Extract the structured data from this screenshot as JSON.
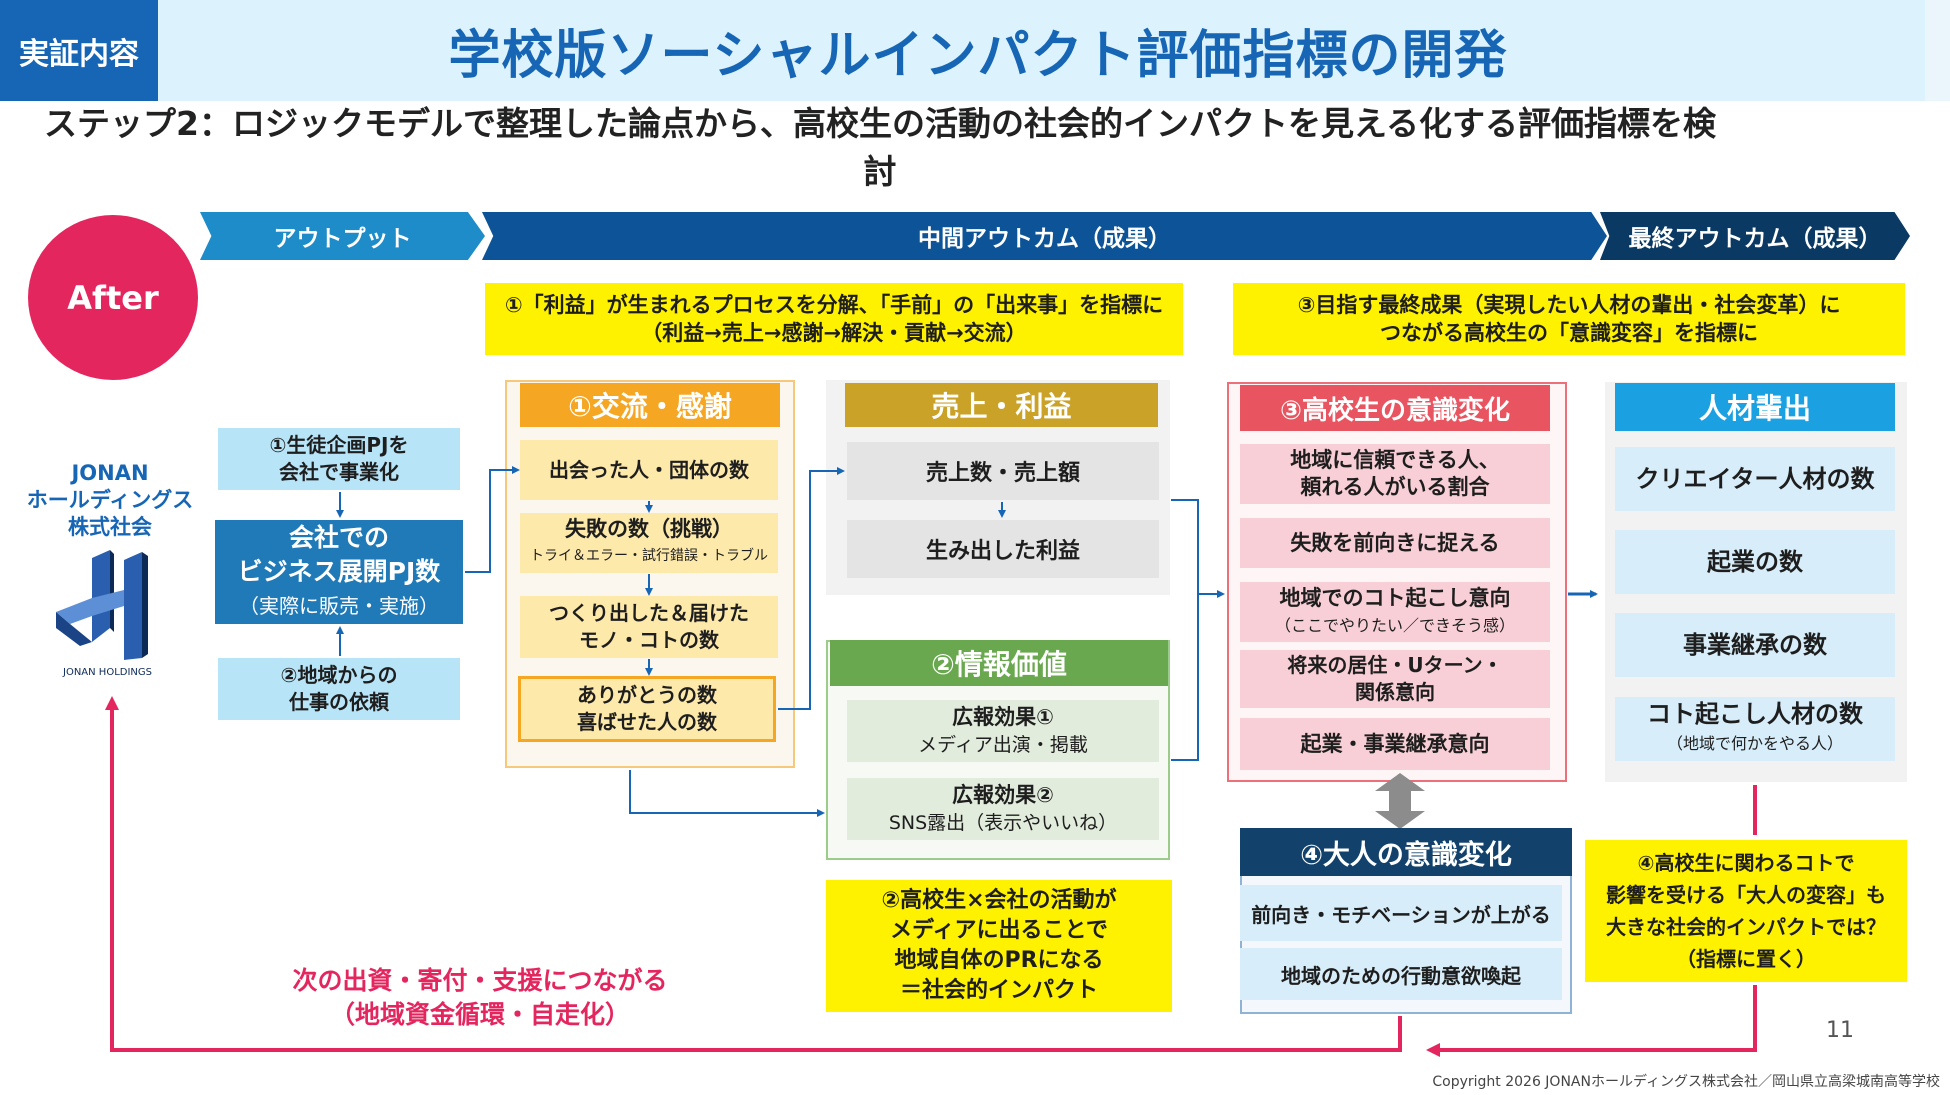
{
  "header": {
    "tag": "実証内容",
    "title": "学校版ソーシャルインパクト評価指標の開発"
  },
  "subtitle": "ステップ2：ロジックモデルで整理した論点から、高校生の活動の社会的インパクトを見える化する評価指標を検討",
  "phases": {
    "output": "アウトプット",
    "intermediate": "中間アウトカム（成果）",
    "final": "最終アウトカム（成果）"
  },
  "after_label": "After",
  "company": {
    "lines": [
      "JONAN",
      "ホールディングス",
      "株式社会"
    ],
    "logo_caption": "JONAN HOLDINGS"
  },
  "notes": {
    "note1": [
      "①「利益」が生まれるプロセスを分解、「手前」の「出来事」を指標に",
      "（利益→売上→感謝→解決・貢献→交流）"
    ],
    "note3": [
      "③目指す最終成果（実現したい人材の輩出・社会変革）に",
      "つながる高校生の「意識変容」を指標に"
    ],
    "note2": [
      "②高校生×会社の活動が",
      "メディアに出ることで",
      "地域自体のPRになる",
      "＝社会的インパクト"
    ],
    "note4": [
      "④高校生に関わるコトで",
      "影響を受ける「大人の変容」も",
      "大きな社会的インパクトでは？",
      "（指標に置く）"
    ]
  },
  "output": {
    "top": [
      "①生徒企画PJを",
      "会社で事業化"
    ],
    "main": [
      "会社での",
      "ビジネス展開PJ数"
    ],
    "main_sub": "（実際に販売・実施）",
    "bottom": [
      "②地域からの",
      "仕事の依頼"
    ]
  },
  "exchange": {
    "header": "①交流・感謝",
    "items": [
      {
        "text": "出会った人・団体の数",
        "sub": ""
      },
      {
        "text": "失敗の数（挑戦）",
        "sub": "トライ＆エラー・試行錯誤・トラブル"
      },
      {
        "text": "つくり出した＆届けた\nモノ・コトの数",
        "sub": ""
      },
      {
        "text": "ありがとうの数\n喜ばせた人の数",
        "sub": ""
      }
    ]
  },
  "sales": {
    "header": "売上・利益",
    "items": [
      "売上数・売上額",
      "生み出した利益"
    ]
  },
  "info": {
    "header": "②情報価値",
    "items": [
      {
        "text": "広報効果①",
        "sub": "メディア出演・掲載"
      },
      {
        "text": "広報効果②",
        "sub": "SNS露出（表示やいいね）"
      }
    ]
  },
  "student": {
    "header": "③高校生の意識変化",
    "items": [
      {
        "text": "地域に信頼できる人、\n頼れる人がいる割合",
        "sub": ""
      },
      {
        "text": "失敗を前向きに捉える",
        "sub": ""
      },
      {
        "text": "地域でのコト起こし意向",
        "sub": "（ここでやりたい／できそう感）"
      },
      {
        "text": "将来の居住・Uターン・\n関係意向",
        "sub": ""
      },
      {
        "text": "起業・事業継承意向",
        "sub": ""
      }
    ]
  },
  "adult": {
    "header": "④大人の意識変化",
    "items": [
      "前向き・モチベーションが上がる",
      "地域のための行動意欲喚起"
    ]
  },
  "talent": {
    "header": "人材輩出",
    "items": [
      {
        "text": "クリエイター人材の数",
        "sub": ""
      },
      {
        "text": "起業の数",
        "sub": ""
      },
      {
        "text": "事業継承の数",
        "sub": ""
      },
      {
        "text": "コト起こし人材の数",
        "sub": "（地域で何かをやる人）"
      }
    ]
  },
  "loop_text": [
    "次の出資・寄付・支援につながる",
    "（地域資金循環・自走化）"
  ],
  "page_number": "11",
  "copyright": "Copyright 2026 JONANホールディングス株式会社／岡山県立高梁城南高等学校",
  "colors": {
    "brand_blue": "#1766b5",
    "accent_red": "#e4265f",
    "note_yellow": "#fff200",
    "exchange_orange": "#f5a623",
    "sales_gold": "#c9a227",
    "info_green": "#6aa84f",
    "student_red": "#e8545f",
    "adult_navy": "#12416b",
    "talent_blue": "#1ba0e2"
  }
}
